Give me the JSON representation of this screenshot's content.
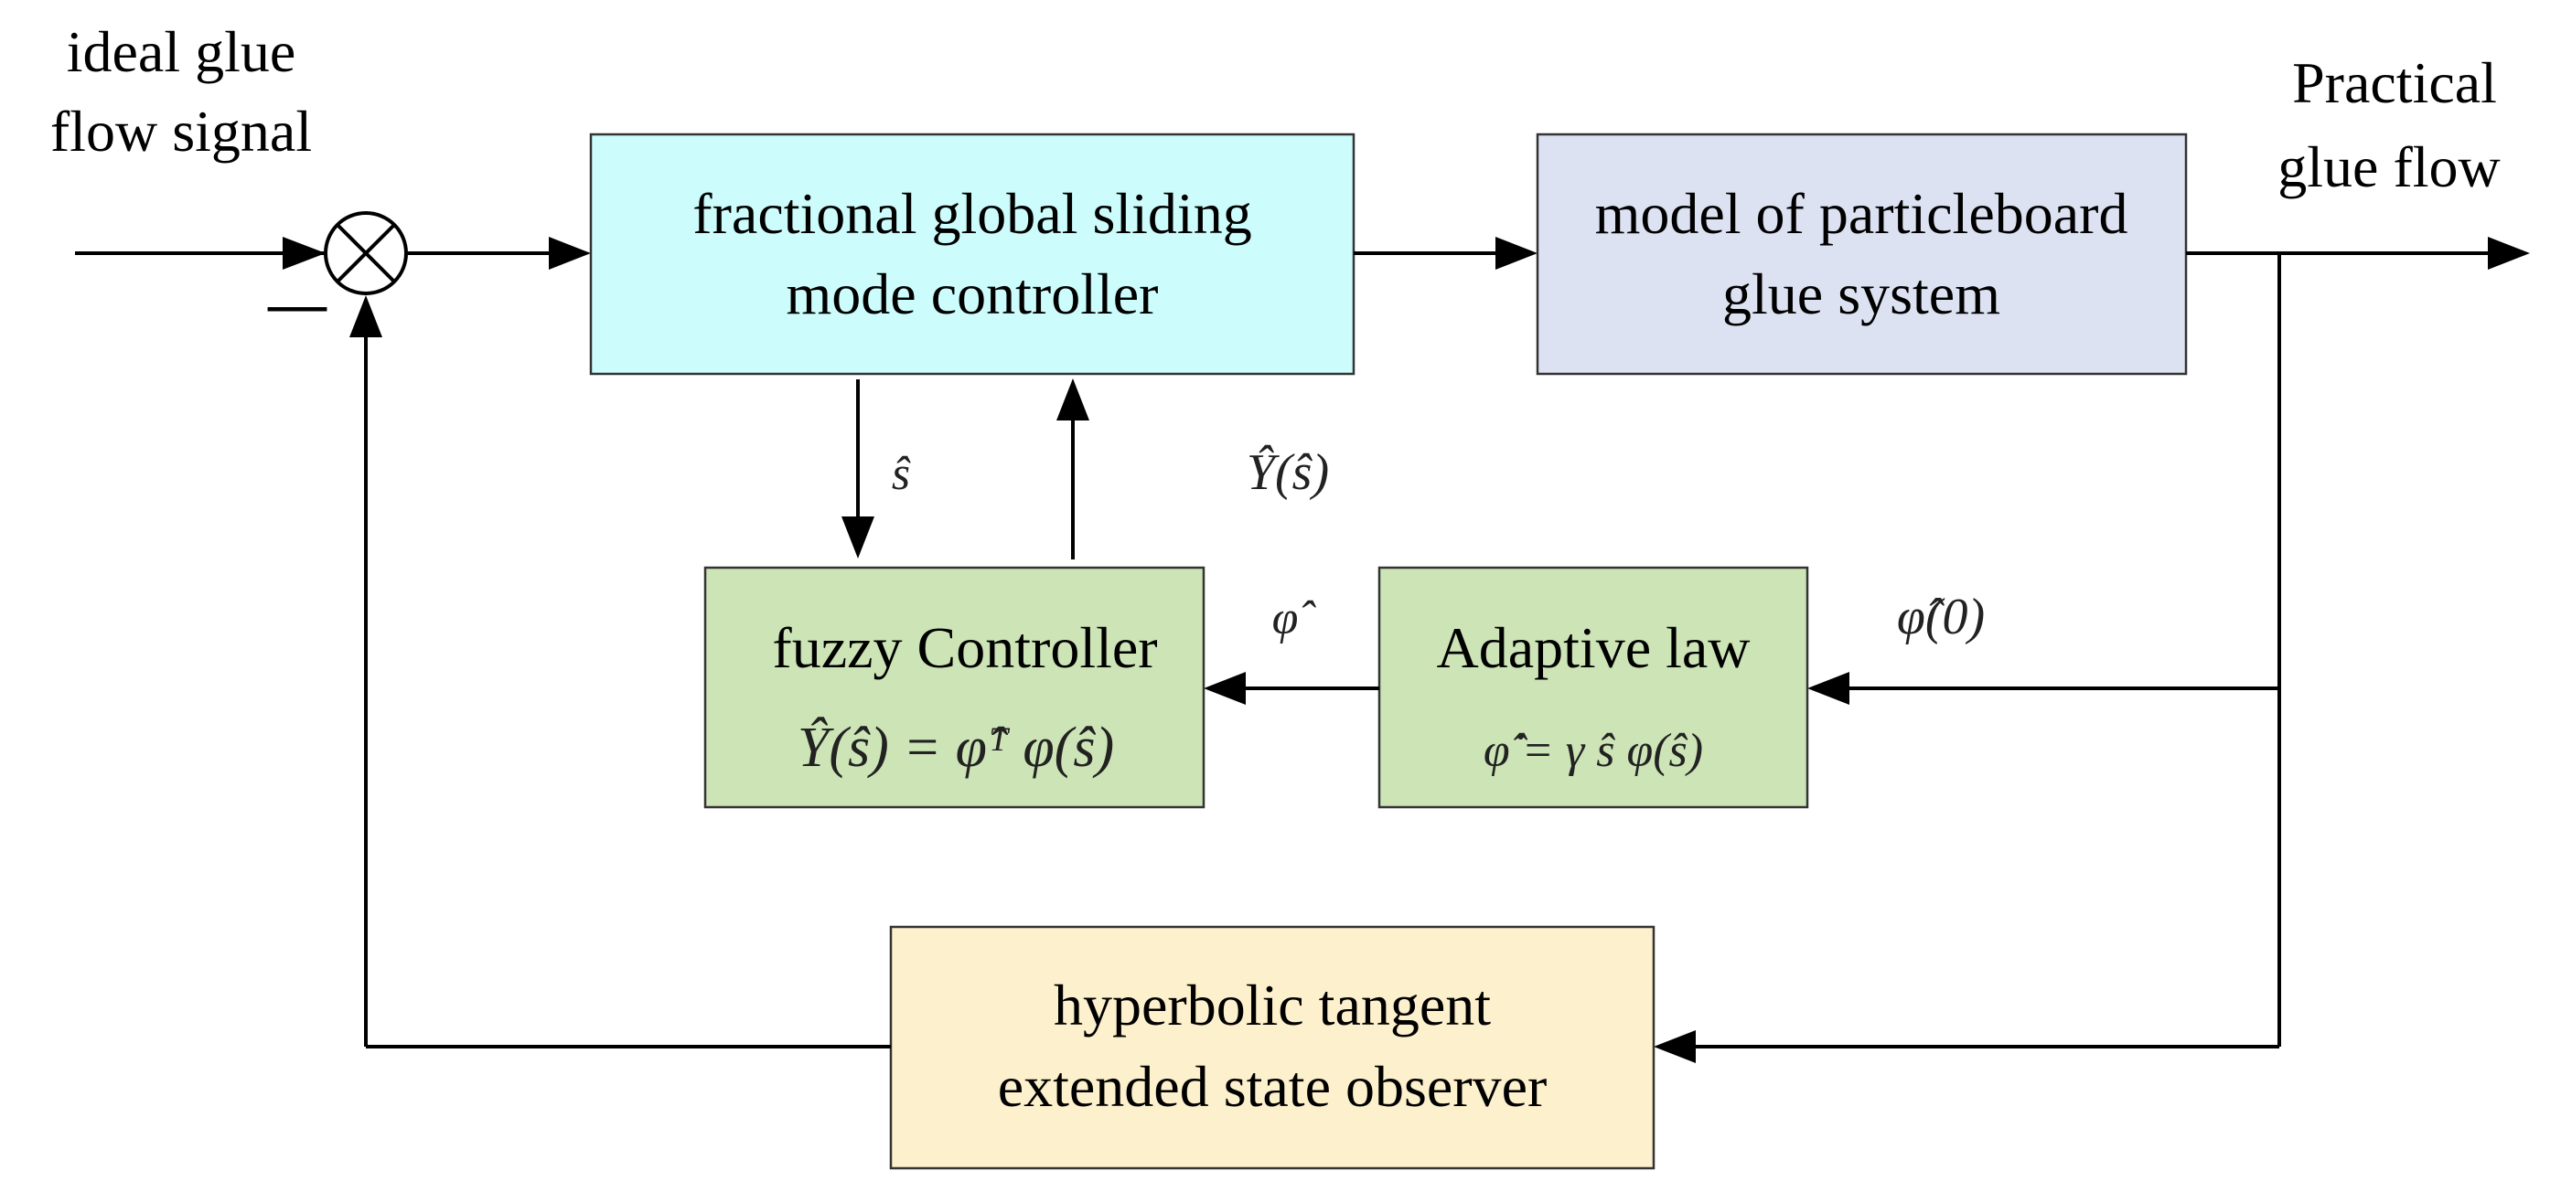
{
  "inputs": {
    "ideal_line1": "ideal glue",
    "ideal_line2": "flow signal",
    "output_line1": "Practical",
    "output_line2": "glue flow",
    "minus_sign": "—"
  },
  "blocks": {
    "controller": {
      "line1": "fractional global sliding",
      "line2": "mode controller",
      "fill": "#ccfcfc"
    },
    "plant": {
      "line1": "model of particleboard",
      "line2": "glue system",
      "fill": "#dde2f2"
    },
    "fuzzy": {
      "line1": "fuzzy Controller",
      "formula": "Ŷ(ŝ) = φ̂ᵀ φ(ŝ)",
      "fill": "#cde4b6"
    },
    "adaptive": {
      "line1": "Adaptive law",
      "formula": "φ̂̇ = γ ŝ φ(ŝ)",
      "fill": "#cde4b6"
    },
    "observer": {
      "line1": "hyperbolic tangent",
      "line2": "extended state observer",
      "fill": "#fdf0cc"
    }
  },
  "signals": {
    "s_hat": "ŝ",
    "upsilon_hat": "Ŷ(ŝ)",
    "phi_hat": "φ̂",
    "phi_hat_0": "φ̂(0)"
  }
}
